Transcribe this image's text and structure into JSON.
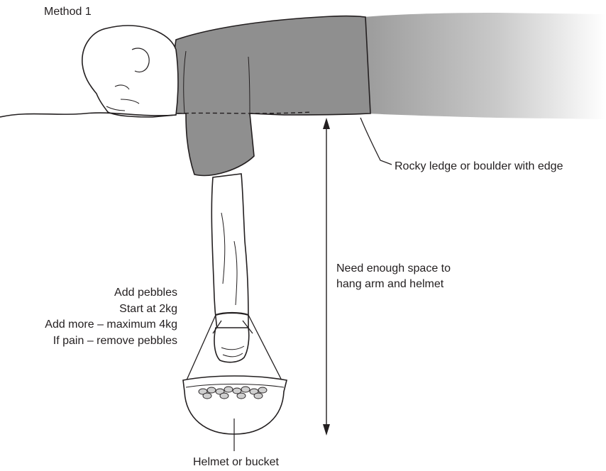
{
  "title": "Method 1",
  "labels": {
    "ledge": "Rocky ledge or boulder with edge",
    "space_line1": "Need enough space to",
    "space_line2": "hang arm and helmet",
    "helmet": "Helmet or bucket"
  },
  "instructions": [
    "Add pebbles",
    "Start at 2kg",
    "Add more – maximum 4kg",
    "If pain – remove pebbles"
  ],
  "colors": {
    "line": "#231f20",
    "shirt": "#8f8f8f",
    "trousers": "#a6a6a6",
    "skin": "#ffffff"
  }
}
